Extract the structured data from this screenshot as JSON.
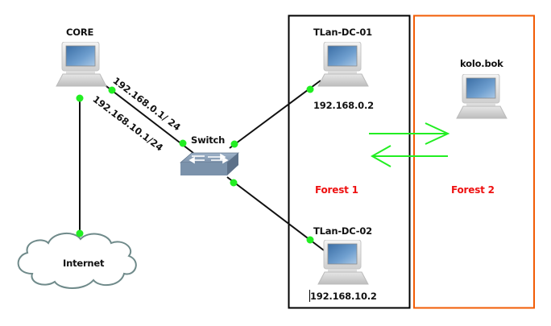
{
  "nodes": {
    "core": {
      "label": "CORE"
    },
    "switch": {
      "label": "Switch"
    },
    "internet": {
      "label": "Internet"
    },
    "dc01": {
      "label": "TLan-DC-01",
      "ip": "192.168.0.2"
    },
    "dc02": {
      "label": "TLan-DC-02",
      "ip": "192.168.10.2"
    },
    "kolo": {
      "label": "kolo.bok"
    }
  },
  "links": {
    "core_switch_a": {
      "label": "192.168.0.1/ 24"
    },
    "core_switch_b": {
      "label": "192.168.10.1/24"
    }
  },
  "groups": {
    "forest1": {
      "label": "Forest 1",
      "border_color": "#000000"
    },
    "forest2": {
      "label": "Forest 2",
      "border_color": "#f25c05"
    }
  },
  "colors": {
    "link_endpoint": "#22ee22",
    "trust_arrow": "#22ee22",
    "forest_label": "#ee1111"
  }
}
